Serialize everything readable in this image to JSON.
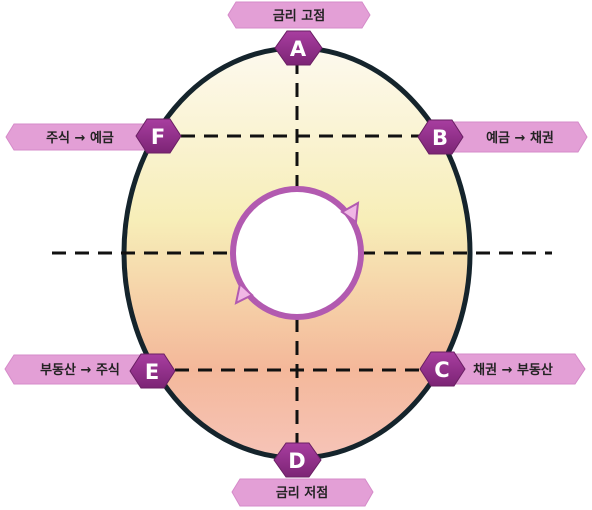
{
  "diagram": {
    "top_label": "금리 고점",
    "bottom_label": "금리 저점",
    "nodes": [
      {
        "letter": "A",
        "label": "금리 고점"
      },
      {
        "letter": "B",
        "label": "예금 → 채권"
      },
      {
        "letter": "C",
        "label": "채권 → 부동산"
      },
      {
        "letter": "D",
        "label": "금리 저점"
      },
      {
        "letter": "E",
        "label": "부동산 → 주식"
      },
      {
        "letter": "F",
        "label": "주식 → 예금"
      }
    ]
  },
  "colors": {
    "ring_stroke": "#15242c",
    "hex_fill": "#8e2c86",
    "banner_fill": "#e39fd6",
    "arrow_ring": "#b25ab0",
    "arrowhead": "#f0b7e5",
    "gradient_top": "#fdf9ee",
    "gradient_mid": "#f7eeb8",
    "gradient_bottom": "#f4b89a"
  }
}
